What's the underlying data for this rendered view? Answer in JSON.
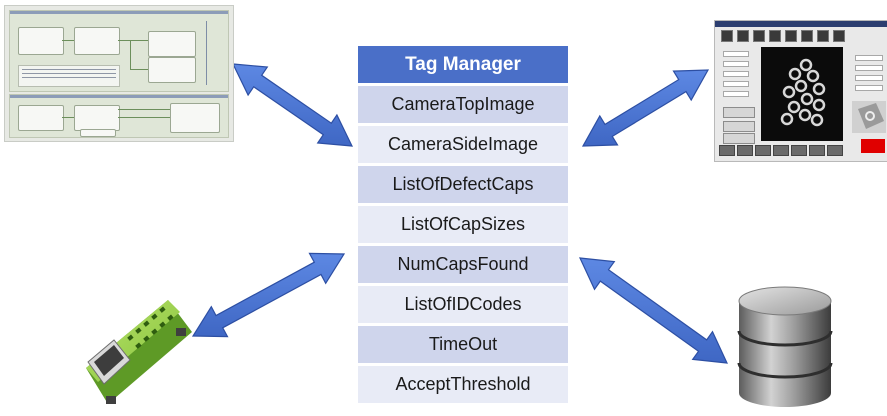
{
  "tag_manager": {
    "title": "Tag Manager",
    "tags": [
      "CameraTopImage",
      "CameraSideImage",
      "ListOfDefectCaps",
      "ListOfCapSizes",
      "NumCapsFound",
      "ListOfIDCodes",
      "TimeOut",
      "AcceptThreshold"
    ]
  },
  "icons": {
    "workflow": "workflow-editor-screenshot-icon",
    "hmi": "vision-hmi-screenshot-icon",
    "io": "io-terminal-module-icon",
    "database": "database-icon",
    "arrows": "double-headed-arrow-icon"
  },
  "colors": {
    "header": "#4a6fc8",
    "row_dark": "#cfd5ec",
    "row_light": "#e8ebf6",
    "arrow_fill": "#4f7ad6",
    "arrow_stroke": "#2d4fa3",
    "terminal_green": "#8cc83c",
    "hmi_stop": "#e00000"
  }
}
